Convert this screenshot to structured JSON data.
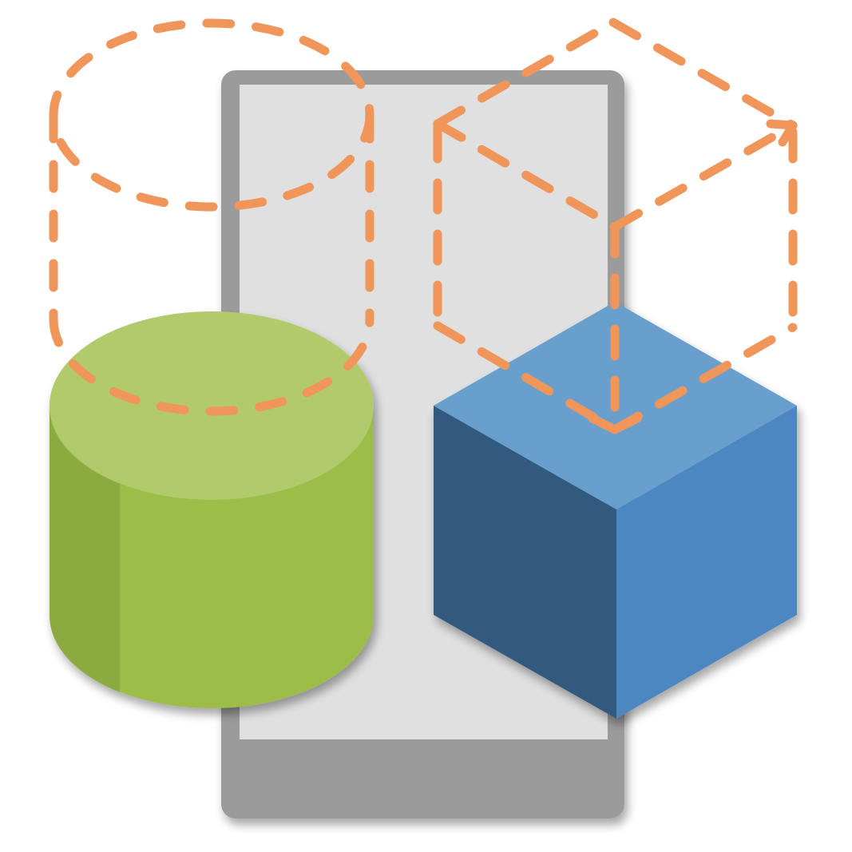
{
  "icon": {
    "name": "3d-shapes-on-device-icon",
    "colors": {
      "background": "#ffffff",
      "device_frame": "#9b9b9b",
      "device_screen": "#e0e0e0",
      "cylinder_top": "#b1cb6c",
      "cylinder_side": "#9dbd48",
      "cylinder_side_dark": "#8bab40",
      "cube_top": "#679fcd",
      "cube_left": "#335a7f",
      "cube_right": "#4d87c2",
      "dashed_outline": "#f0965a"
    },
    "shapes": [
      "device-frame",
      "cylinder",
      "cube",
      "dashed-cylinder-outline",
      "dashed-cube-outline"
    ]
  }
}
